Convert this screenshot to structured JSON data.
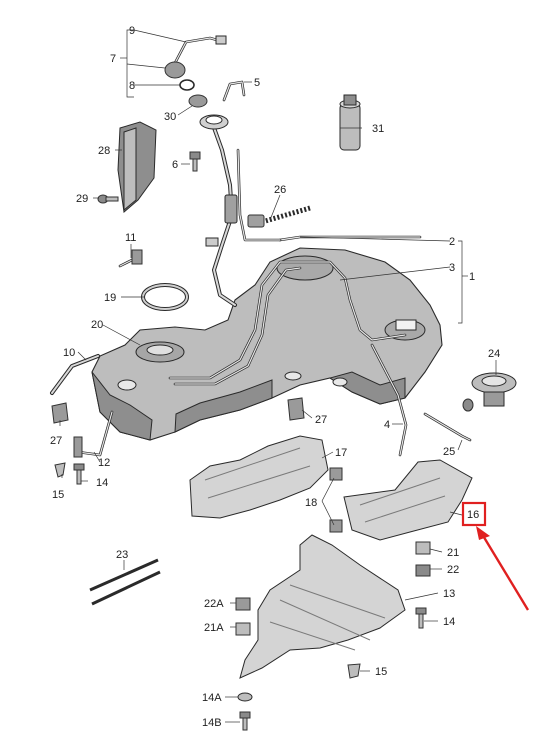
{
  "labels": {
    "p1": "1",
    "p2": "2",
    "p3": "3",
    "p4": "4",
    "p5": "5",
    "p6": "6",
    "p7": "7",
    "p8": "8",
    "p9": "9",
    "p10": "10",
    "p11": "11",
    "p12": "12",
    "p13": "13",
    "p14a": "14",
    "p14b": "14",
    "p14A": "14A",
    "p14B": "14B",
    "p15a": "15",
    "p15b": "15",
    "p16": "16",
    "p17": "17",
    "p18": "18",
    "p19": "19",
    "p20": "20",
    "p21": "21",
    "p21A": "21A",
    "p22": "22",
    "p22A": "22A",
    "p23": "23",
    "p24": "24",
    "p25": "25",
    "p26": "26",
    "p27a": "27",
    "p27b": "27",
    "p28": "28",
    "p29": "29",
    "p30": "30",
    "p31": "31"
  },
  "colors": {
    "highlight": "#e02020",
    "line": "#2a2a2a",
    "part_fill": "#bdbdbd"
  }
}
